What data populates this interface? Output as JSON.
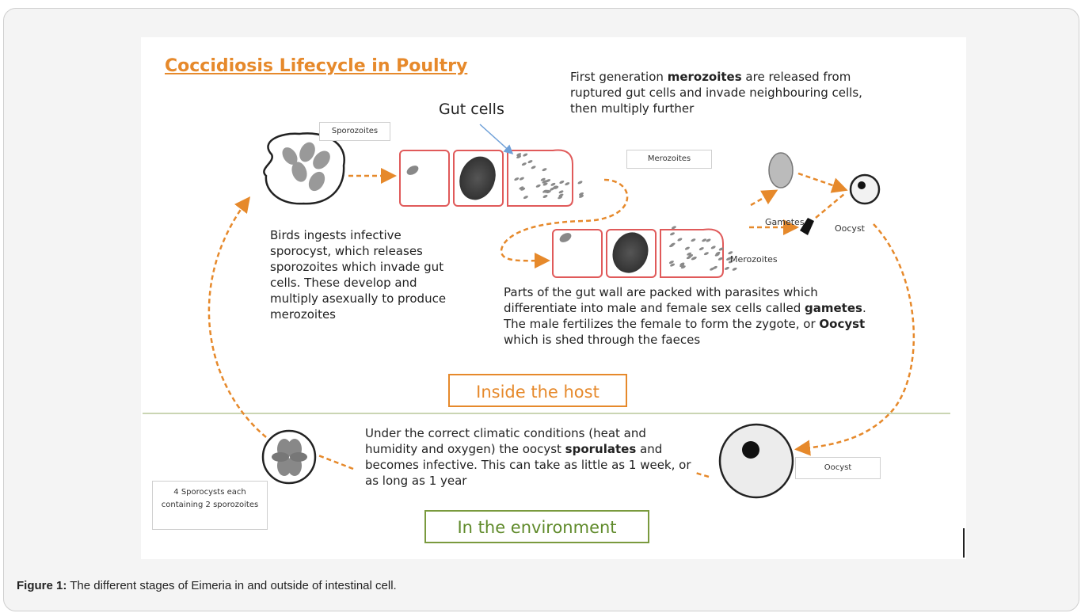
{
  "title": "Coccidiosis Lifecycle in Poultry",
  "gut_cells_label": "Gut cells",
  "merozoite_note": {
    "prefix": "First generation ",
    "bold": "merozoites",
    "suffix": " are released from ruptured gut cells and invade neighbouring cells, then multiply further"
  },
  "labels": {
    "sporozoites": "Sporozoites",
    "merozoites_top": "Merozoites",
    "gametes": "Gametes",
    "oocyst_inner": "Oocyst",
    "merozoites_lower": "Merozoites",
    "oocyst_env": "Oocyst",
    "sporocysts": "4 Sporocysts each containing 2 sporozoites"
  },
  "ingest_note": "Birds ingests infective sporocyst, which releases sporozoites which invade gut cells. These develop and multiply asexually to produce merozoites",
  "gut_wall_note": {
    "p1": "Parts of the gut wall are packed with parasites which differentiate into male and female sex cells called ",
    "b1": "gametes",
    "p2": ". The male fertilizes the female to form the zygote, or ",
    "b2": "Oocyst",
    "p3": " which is shed through the faeces"
  },
  "inside_host": "Inside the host",
  "env_note": {
    "p1": "Under the correct climatic conditions (heat and humidity and oxygen) the oocyst ",
    "b1": "sporulates",
    "p2": " and becomes infective. This can take as little as 1 week, or as long as 1 year"
  },
  "in_environment": "In the environment",
  "caption": {
    "label": "Figure 1:",
    "text": " The different stages of Eimeria in and outside of intestinal cell."
  },
  "colors": {
    "accent_orange": "#e6892b",
    "cell_red": "#e05a5a",
    "env_green": "#7a9a3e"
  }
}
